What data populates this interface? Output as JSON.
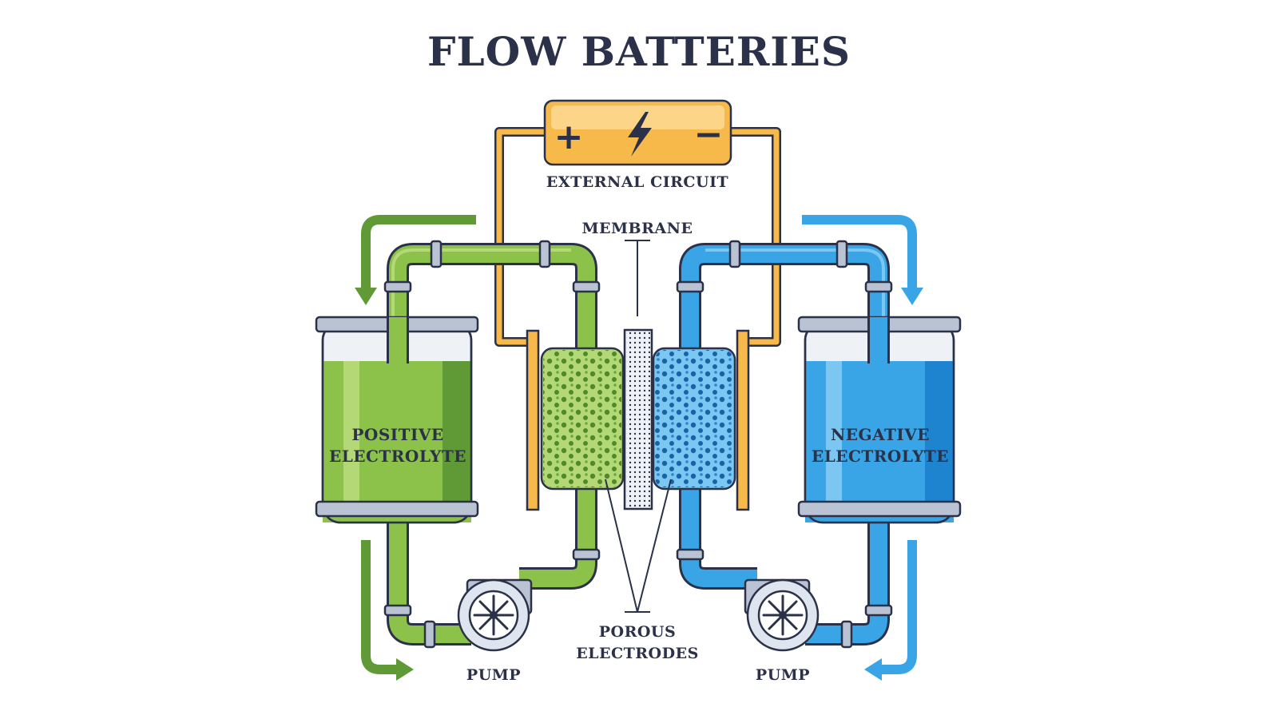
{
  "title": "FLOW BATTERIES",
  "labels": {
    "external_circuit": "EXTERNAL CIRCUIT",
    "membrane": "MEMBRANE",
    "positive_tank_line1": "POSITIVE",
    "positive_tank_line2": "ELECTROLYTE",
    "negative_tank_line1": "NEGATIVE",
    "negative_tank_line2": "ELECTROLYTE",
    "porous_line1": "POROUS",
    "porous_line2": "ELECTRODES",
    "pump_left": "PUMP",
    "pump_right": "PUMP"
  },
  "battery": {
    "plus": "+",
    "minus": "−"
  },
  "colors": {
    "ink": "#2b3148",
    "green": "#8cc24a",
    "green_dark": "#5f9a36",
    "green_light": "#b5d877",
    "blue": "#39a5e6",
    "blue_dark": "#1f84cf",
    "blue_light": "#7cc6f2",
    "orange": "#f6b94a",
    "orange_light": "#fcd589",
    "metal": "#b9c3d3"
  },
  "icons": {
    "battery": "battery-icon",
    "bolt": "lightning-bolt-icon",
    "pump": "pump-icon",
    "arrow": "arrow-icon"
  }
}
